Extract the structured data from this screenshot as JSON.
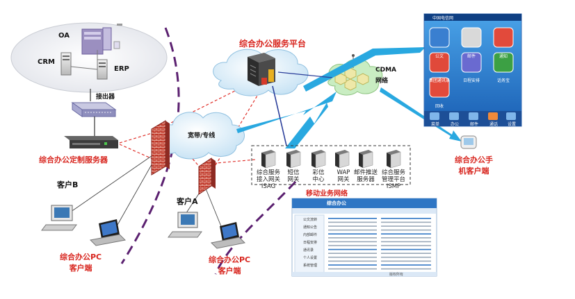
{
  "labels": {
    "oa": "OA",
    "crm": "CRM",
    "erp": "ERP",
    "gateway_small": "接出器",
    "platform": "综合办公服务平台",
    "cdma": "CDMA",
    "cdma_net": "网络",
    "private_line": "宽带/专线",
    "mobile_area": "移动业务网络",
    "custom_server": "综合办公定制服务器",
    "client_b": "客户B",
    "client_a": "客户A",
    "pc_client_left": [
      "综合办公PC",
      "客户端"
    ],
    "pc_client_right": [
      "综合办公PC",
      "客户端"
    ],
    "phone_client": [
      "综合办公手",
      "机客户端"
    ]
  },
  "services": [
    {
      "line1": "综合服务",
      "line2": "接入网关",
      "line3": "ISAG"
    },
    {
      "line1": "短信",
      "line2": "网关",
      "line3": ""
    },
    {
      "line1": "彩信",
      "line2": "中心",
      "line3": ""
    },
    {
      "line1": "WAP",
      "line2": "网关",
      "line3": ""
    },
    {
      "line1": "邮件推送",
      "line2": "服务器",
      "line3": ""
    },
    {
      "line1": "综合服务",
      "line2": "管理平台",
      "line3": "ISMP"
    }
  ],
  "phone": {
    "status": "中国电信网",
    "apps": [
      "公文",
      "邮件",
      "通知",
      "集团通讯录",
      "日程安排",
      "话务宝",
      "回收",
      "",
      ""
    ],
    "bottom": [
      "菜单",
      "办公",
      "邮件",
      "通话",
      "设置"
    ]
  },
  "screen": {
    "title": "综合办公",
    "menu": [
      "公文流转",
      "通知公告",
      "内部邮件",
      "日程安排",
      "通讯录",
      "个人设置",
      "系统管理"
    ],
    "footer": "版权所有"
  },
  "colors": {
    "accent_red": "#d8261f",
    "dash_purple": "#5b2070",
    "link_blue": "#29a8e0",
    "firewall": "#b22a22"
  }
}
